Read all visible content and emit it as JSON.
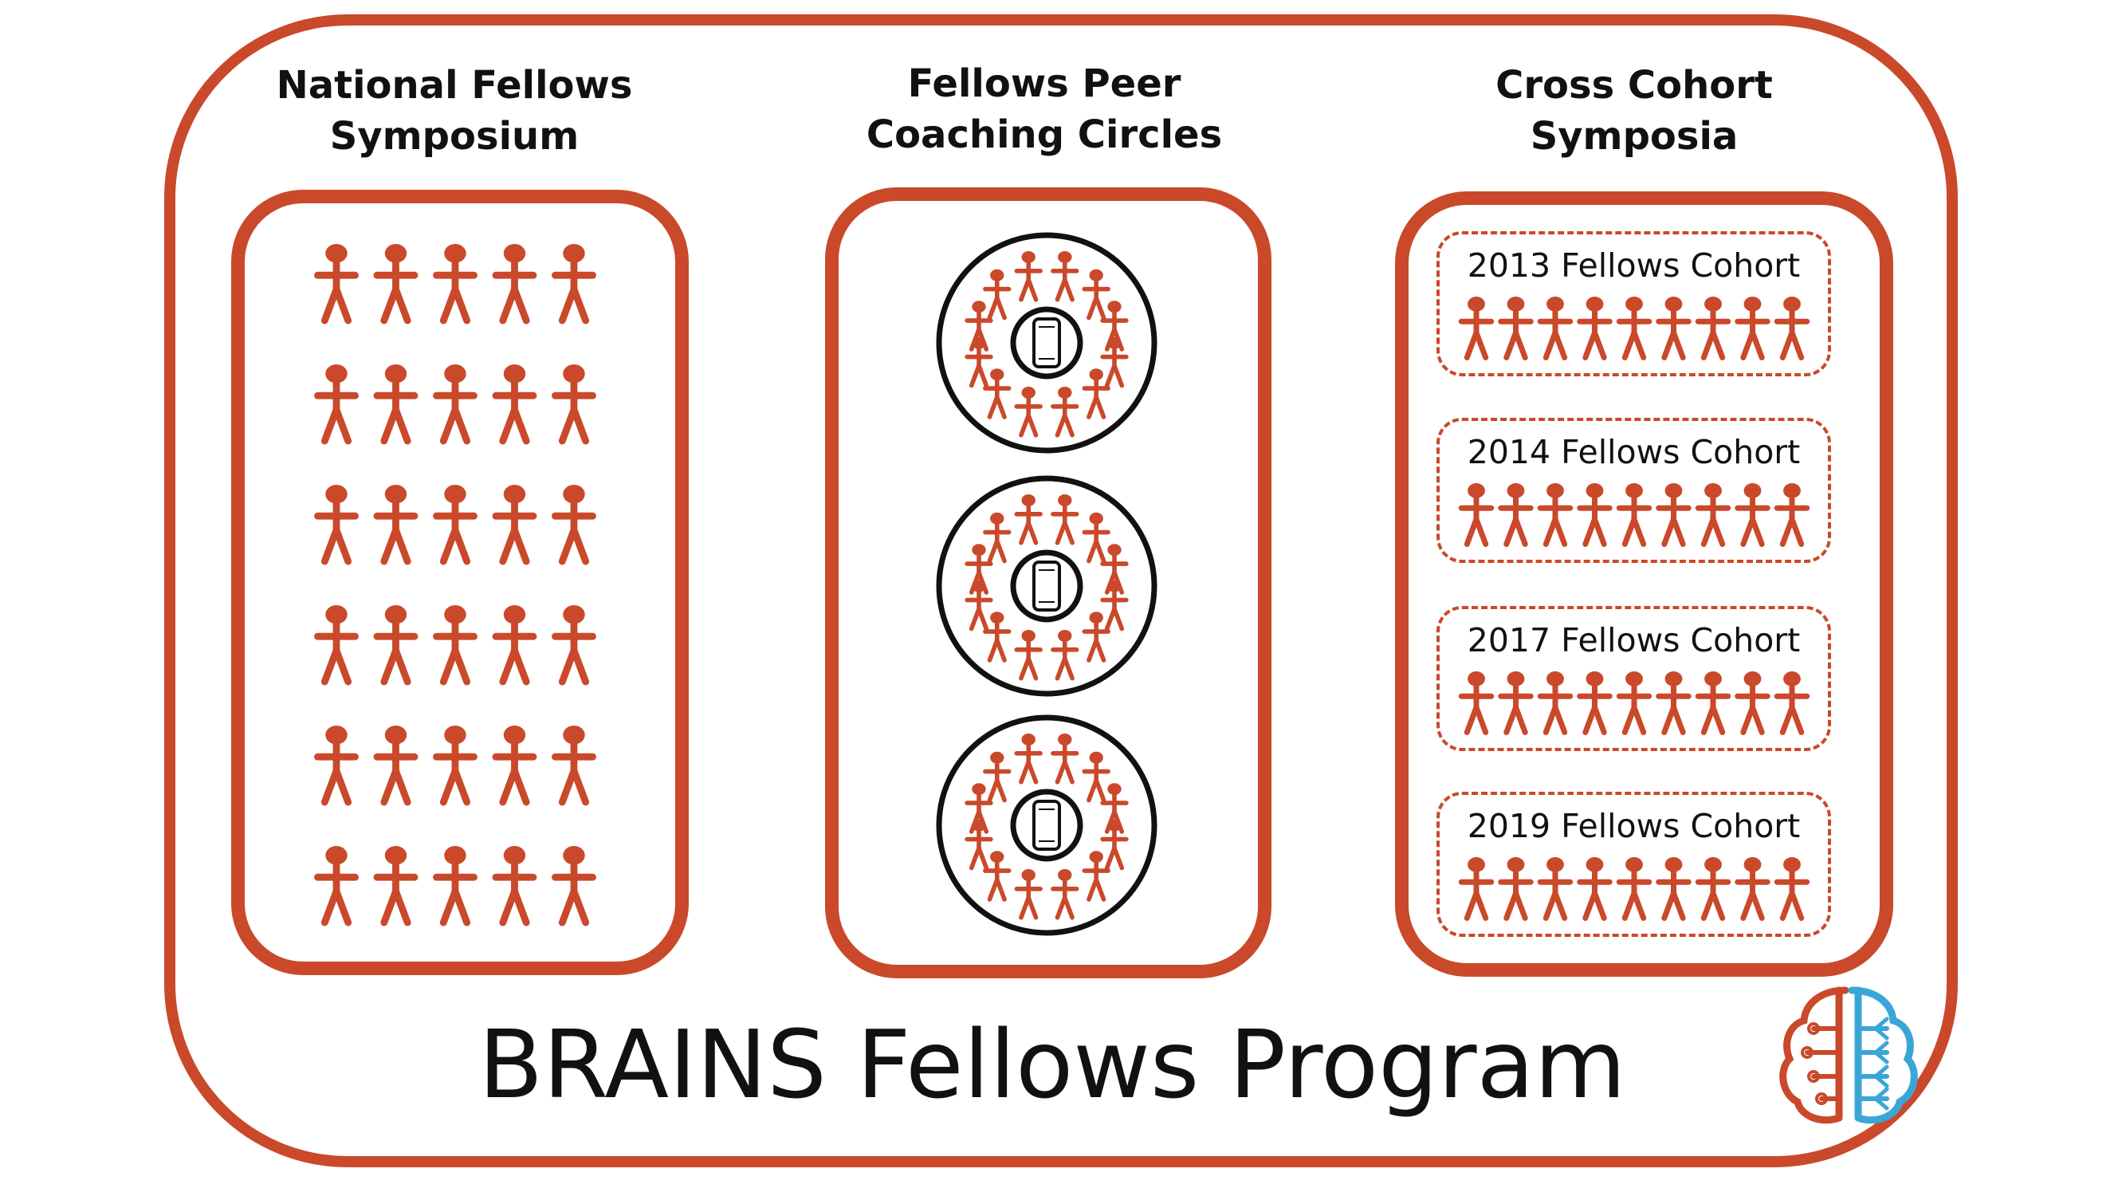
{
  "columns": [
    {
      "id": "national",
      "title_line1": "National Fellows",
      "title_line2": "Symposium"
    },
    {
      "id": "peer",
      "title_line1": "Fellows Peer",
      "title_line2": "Coaching Circles"
    },
    {
      "id": "cross",
      "title_line1": "Cross Cohort",
      "title_line2": "Symposia"
    }
  ],
  "national_grid": {
    "rows": 6,
    "cols": 5
  },
  "circles": {
    "count": 3,
    "people_per_circle": 12
  },
  "cohorts": [
    {
      "label": "2013 Fellows Cohort",
      "people": 9
    },
    {
      "label": "2014 Fellows Cohort",
      "people": 9
    },
    {
      "label": "2017 Fellows Cohort",
      "people": 9
    },
    {
      "label": "2019 Fellows Cohort",
      "people": 9
    }
  ],
  "program": {
    "title": "BRAINS Fellows Program"
  },
  "colors": {
    "accent": "#c9492a",
    "logo_blue": "#3aa6d8",
    "ink": "#111111"
  },
  "icons": {
    "person": "person-icon",
    "phone": "phone-icon",
    "logo": "brain-logo-icon"
  }
}
